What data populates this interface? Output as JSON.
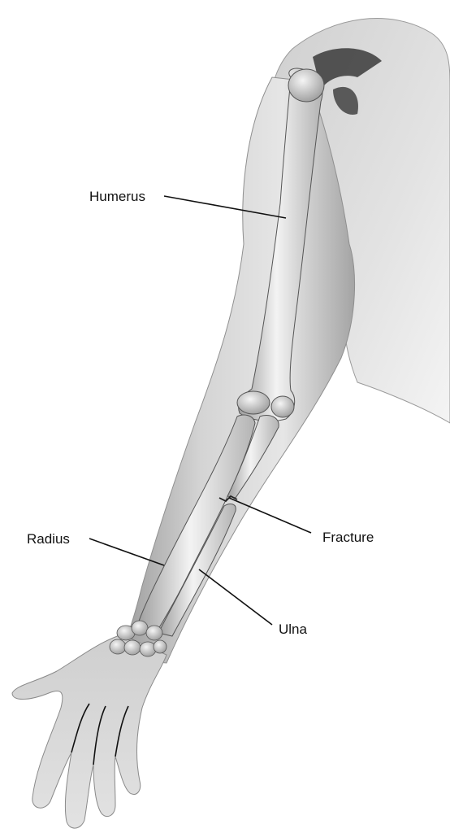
{
  "labels": {
    "humerus": "Humerus",
    "radius": "Radius",
    "fracture": "Fracture",
    "ulna": "Ulna"
  },
  "colors": {
    "background": "#ffffff",
    "label_text": "#111111",
    "leader_line": "#111111",
    "skin_light": "#ececec",
    "skin_mid": "#c9c9c9",
    "skin_dark": "#8a8a8a",
    "bone_light": "#f2f2f2",
    "bone_shade": "#a8a8a8",
    "bone_outline": "#555555"
  }
}
